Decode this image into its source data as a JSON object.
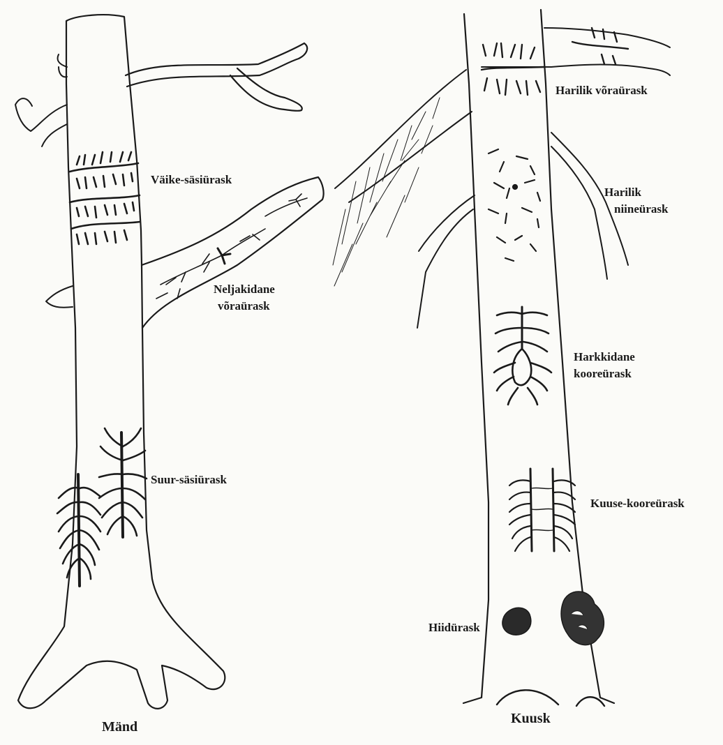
{
  "figure": {
    "trees": {
      "pine": {
        "name": "Mänd"
      },
      "spruce": {
        "name": "Kuusk"
      }
    },
    "labels": {
      "vaike_sasiurask": "Väike-säsiürask",
      "neljakidane_line1": "Neljakidane",
      "neljakidane_line2": "võraürask",
      "suur_sasiurask": "Suur-säsiürask",
      "harilik_voraurask": "Harilik võraürask",
      "harilik_niineurask_line1": "Harilik",
      "harilik_niineurask_line2": "niineürask",
      "harkkidane_line1": "Harkkidane",
      "harkkidane_line2": "kooreürask",
      "kuuse_kooreurask": "Kuuse-kooreürask",
      "hiidurask": "Hiidürask"
    },
    "colors": {
      "ink": "#1a1a1a",
      "paper": "#fbfbf8"
    }
  }
}
